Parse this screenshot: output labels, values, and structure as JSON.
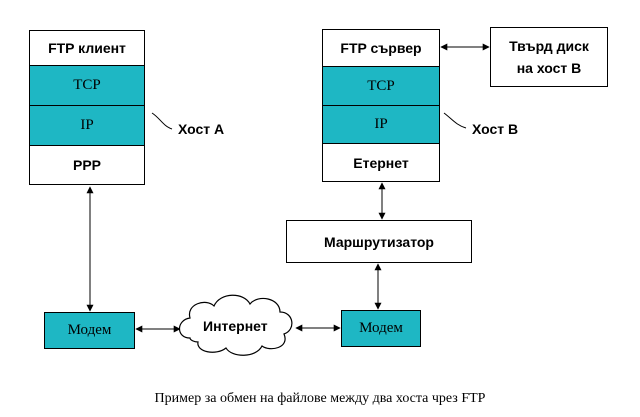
{
  "host_a": {
    "layers": [
      "FTP клиент",
      "TCP",
      "IP",
      "PPP"
    ],
    "label": "Хост A"
  },
  "host_b": {
    "layers": [
      "FTP сървер",
      "TCP",
      "IP",
      "Етернет"
    ],
    "label": "Хост B"
  },
  "disk": {
    "line1": "Твърд диск",
    "line2": "на хост B"
  },
  "router": {
    "label": "Маршрутизатор"
  },
  "modem_a": {
    "label": "Модем"
  },
  "modem_b": {
    "label": "Модем"
  },
  "internet": {
    "label": "Интернет"
  },
  "caption": "Пример за обмен на файлове между два хоста чрез FTP",
  "colors": {
    "layer_fill": "#1eb7c4",
    "stroke": "#000000",
    "background": "#ffffff"
  }
}
